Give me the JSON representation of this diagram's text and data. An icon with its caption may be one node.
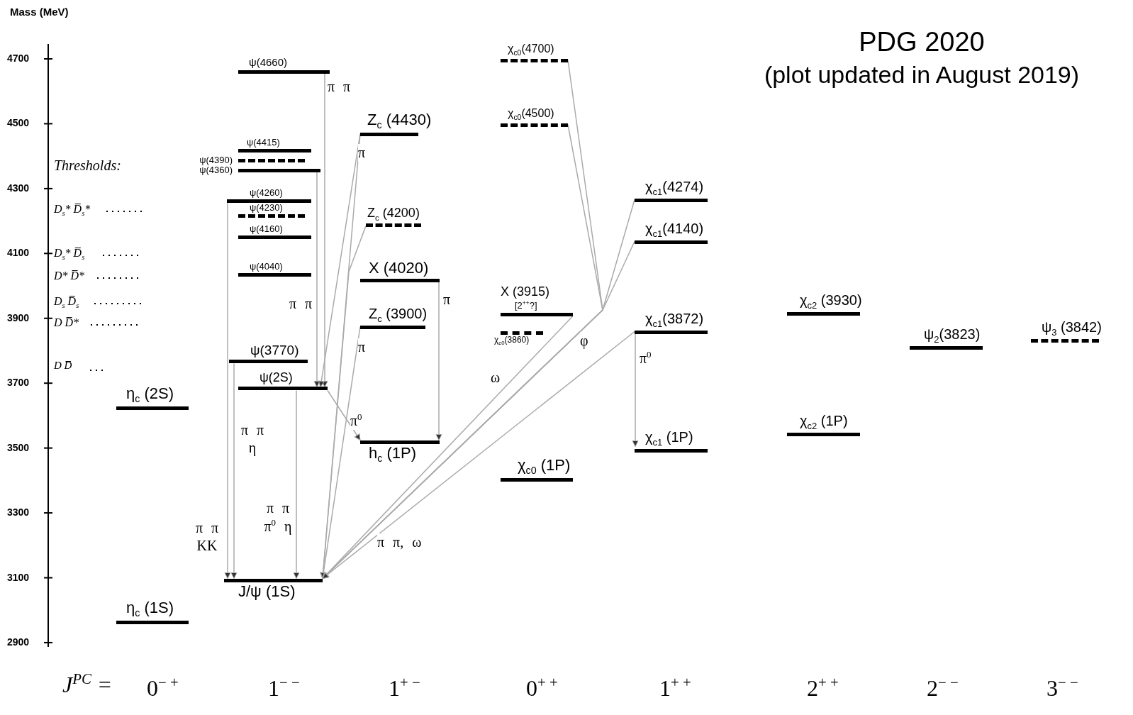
{
  "diagram": {
    "title": "PDG 2020",
    "caption": "(plot updated in August 2019)",
    "nodes": [
      {
        "text": [
          "η$_{c}$ (2S)"
        ]
      },
      {
        "text": [
          "η$_{c}$ (1S)"
        ]
      },
      {
        "text": [
          "ψ(4660)"
        ]
      },
      {
        "text": [
          "ψ(4415)"
        ]
      },
      {
        "text": [
          "ψ(4390)"
        ]
      },
      {
        "text": [
          "ψ(4360)"
        ]
      },
      {
        "text": [
          "ψ(4260)"
        ]
      },
      {
        "text": [
          "ψ(4230)"
        ]
      },
      {
        "text": [
          "ψ(4160)"
        ]
      },
      {
        "text": [
          "ψ(4040)"
        ]
      },
      {
        "text": [
          "ψ(3770)"
        ]
      },
      {
        "text": [
          "ψ(2S)"
        ]
      },
      {
        "text": [
          "J/ψ (1S)"
        ]
      },
      {
        "text": [
          "Z$_{c}$ (4430)"
        ]
      },
      {
        "text": [
          "Z$_{c}$ (4200)"
        ]
      },
      {
        "text": [
          "X (4020)"
        ]
      },
      {
        "text": [
          "Z$_{c}$ (3900)"
        ]
      },
      {
        "text": [
          "h$_{c}$ (1P)"
        ]
      },
      {
        "text": [
          "χ$_{c0}$(4700)"
        ]
      },
      {
        "text": [
          "χ$_{c0}$(4500)"
        ]
      },
      {
        "text": [
          "X (3915)",
          "[2$^{++}$?]"
        ]
      },
      {
        "text": [
          "χ$_{c0}$(3860)"
        ]
      },
      {
        "text": [
          "χ$_{c0}$ (1P)"
        ]
      },
      {
        "text": [
          "χ$_{c1}$(4274)"
        ]
      },
      {
        "text": [
          "χ$_{c1}$(4140)"
        ]
      },
      {
        "text": [
          "χ$_{c1}$(3872)"
        ]
      },
      {
        "text": [
          "χ$_{c1}$ (1P)"
        ]
      },
      {
        "text": [
          "χ$_{c2}$ (3930)"
        ]
      },
      {
        "text": [
          "χ$_{c2}$ (1P)"
        ]
      },
      {
        "text": [
          "ψ$_{2}$(3823)"
        ]
      },
      {
        "text": [
          "ψ$_{3}$ (3842)"
        ]
      }
    ],
    "edges": [
      {
        "from": 2,
        "to": 11,
        "arrow": "to",
        "label": "π π"
      },
      {
        "from": 5,
        "to": 11,
        "arrow": "to",
        "label": "π π"
      },
      {
        "from": 6,
        "to": 12,
        "arrow": "to",
        "label": "π π KK"
      },
      {
        "from": 10,
        "to": 12,
        "arrow": "to",
        "label": "π π η"
      },
      {
        "from": 11,
        "to": 12,
        "arrow": "to",
        "label": "π π π$^{0}$ η"
      },
      {
        "from": 11,
        "to": 17,
        "arrow": "to",
        "label": "π$^{0}$"
      },
      {
        "from": 13,
        "to": 11,
        "arrow": "to",
        "label": "π"
      },
      {
        "from": 13,
        "to": 12,
        "arrow": "to"
      },
      {
        "from": 14,
        "to": 12,
        "arrow": "to"
      },
      {
        "from": 16,
        "to": 12,
        "arrow": "to",
        "label": "π"
      },
      {
        "from": 15,
        "to": 17,
        "arrow": "to",
        "label": "π"
      },
      {
        "from": 20,
        "to": 12,
        "arrow": "to",
        "label": "ω"
      },
      {
        "from": 18,
        "to": 12,
        "arrow": "to",
        "label": "φ"
      },
      {
        "from": 19,
        "to": 12,
        "arrow": "to"
      },
      {
        "from": 23,
        "to": 12,
        "arrow": "to"
      },
      {
        "from": 24,
        "to": 12,
        "arrow": "to"
      },
      {
        "from": 25,
        "to": 12,
        "arrow": "to",
        "label": "π π, ω"
      },
      {
        "from": 25,
        "to": 26,
        "arrow": "to",
        "label": "π$^{0}$"
      }
    ],
    "labels": [
      "Mass (MeV)",
      "4700",
      "4500",
      "4300",
      "4100",
      "3900",
      "3700",
      "3500",
      "3300",
      "3100",
      "2900",
      "Thresholds:",
      "D$_{s}$* D̅$_{s}$*",
      "D$_{s}$* D̅$_{s}$",
      "D* D̅*",
      "D$_{s}$ D̅$_{s}$",
      "D D̅*",
      "D D̅",
      "J$^{PC}$ =",
      "0$^{− +}$",
      "1$^{− −}$",
      "1$^{+ −}$",
      "0$^{+ +}$",
      "1$^{+ +}$",
      "2$^{+ +}$",
      "2$^{− −}$",
      "3$^{− −}$"
    ]
  }
}
